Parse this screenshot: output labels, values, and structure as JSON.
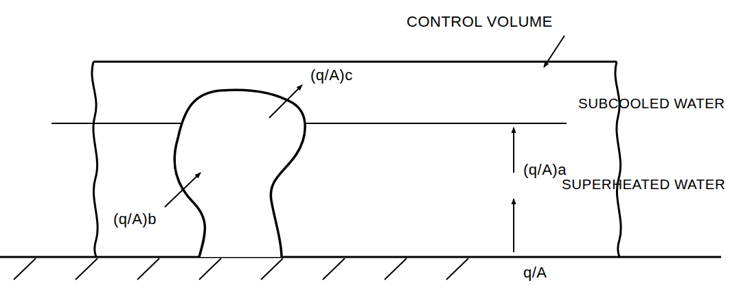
{
  "diagram": {
    "labels": [
      "CONTROL VOLUME",
      "(q/A)c",
      "SUBCOOLED WATER",
      "(q/A)a",
      "SUPERHEATED WATER",
      "(q/A)b",
      "q/A"
    ]
  }
}
